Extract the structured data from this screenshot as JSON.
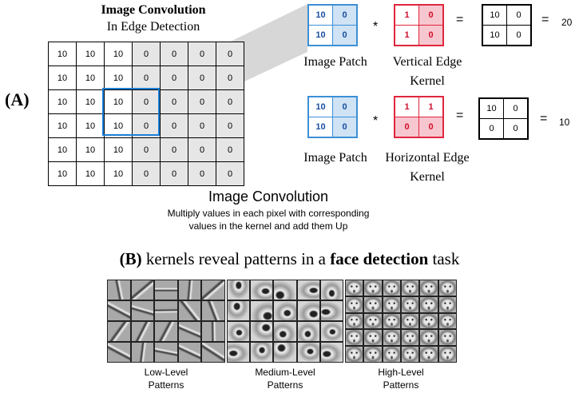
{
  "panel_a": {
    "tag": "(A)",
    "title": "Image Convolution",
    "subtitle": "In Edge Detection",
    "grid": [
      [
        "10",
        "10",
        "10",
        "0",
        "0",
        "0",
        "0"
      ],
      [
        "10",
        "10",
        "10",
        "0",
        "0",
        "0",
        "0"
      ],
      [
        "10",
        "10",
        "10",
        "0",
        "0",
        "0",
        "0"
      ],
      [
        "10",
        "10",
        "10",
        "0",
        "0",
        "0",
        "0"
      ],
      [
        "10",
        "10",
        "10",
        "0",
        "0",
        "0",
        "0"
      ],
      [
        "10",
        "10",
        "10",
        "0",
        "0",
        "0",
        "0"
      ]
    ],
    "vertical": {
      "patch": [
        [
          "10",
          "0"
        ],
        [
          "10",
          "0"
        ]
      ],
      "kernel": [
        [
          "1",
          "0"
        ],
        [
          "1",
          "0"
        ]
      ],
      "result": [
        [
          "10",
          "0"
        ],
        [
          "10",
          "0"
        ]
      ],
      "patch_label": "Image Patch",
      "kernel_label": "Vertical Edge Kernel",
      "op": "*",
      "eq1": "=",
      "eq2": "=",
      "sum": "20"
    },
    "horizontal": {
      "patch": [
        [
          "10",
          "0"
        ],
        [
          "10",
          "0"
        ]
      ],
      "kernel": [
        [
          "1",
          "1"
        ],
        [
          "0",
          "0"
        ]
      ],
      "result": [
        [
          "10",
          "0"
        ],
        [
          "0",
          "0"
        ]
      ],
      "patch_label": "Image Patch",
      "kernel_label": "Horizontal Edge Kernel",
      "op": "*",
      "eq1": "=",
      "eq2": "=",
      "sum": "10"
    },
    "caption_title": "Image Convolution",
    "caption_line1": "Multiply values in each pixel with corresponding",
    "caption_line2": "values in the kernel and add them Up"
  },
  "panel_b": {
    "tag": "(B)",
    "text_1": " kernels reveal patterns in a ",
    "text_bold": "face detection",
    "text_2": " task",
    "levels": [
      {
        "name": "Low-Level",
        "suffix": "Patterns"
      },
      {
        "name": "Medium-Level",
        "suffix": "Patterns"
      },
      {
        "name": "High-Level",
        "suffix": "Patterns"
      }
    ]
  },
  "colors": {
    "blue": "#3d8fd6",
    "red": "#e0263d",
    "gray_cell": "#e6e6e6"
  }
}
